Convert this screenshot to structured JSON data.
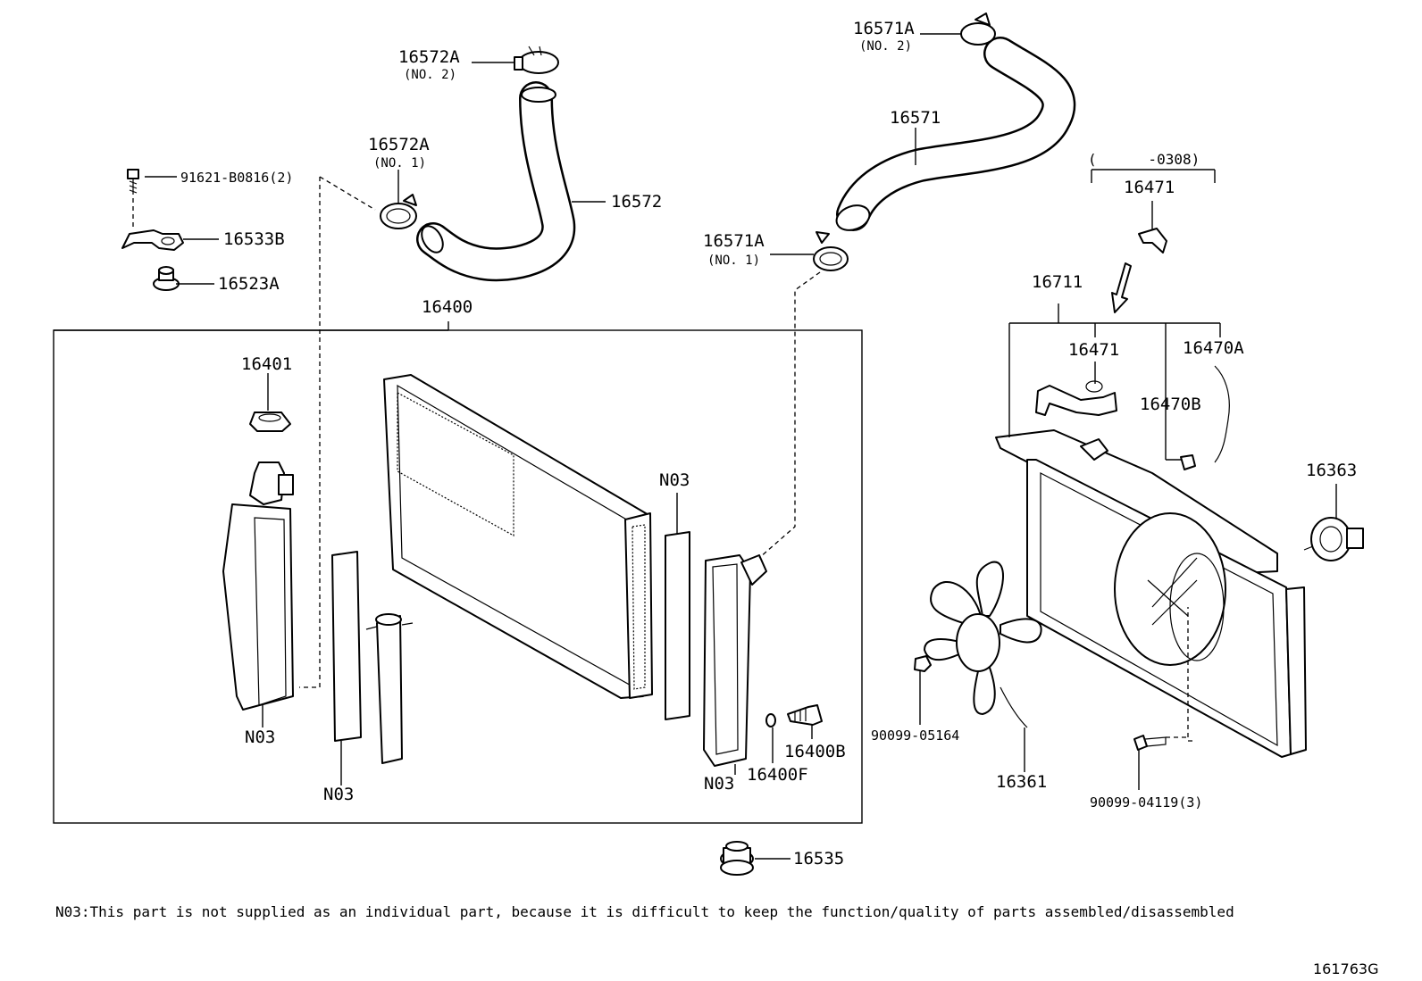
{
  "labels": {
    "p16572a_no2": "16572A",
    "p16572a_no2_sub": "(NO. 2)",
    "p16572a_no1": "16572A",
    "p16572a_no1_sub": "(NO. 1)",
    "p16572": "16572",
    "p91621": "91621-B0816(2)",
    "p16533b": "16533B",
    "p16523a": "16523A",
    "p16571a_no2": "16571A",
    "p16571a_no2_sub": "(NO. 2)",
    "p16571": "16571",
    "p16571a_no1": "16571A",
    "p16571a_no1_sub": "(NO. 1)",
    "p16400": "16400",
    "p16401": "16401",
    "n03_a": "N03",
    "n03_b": "N03",
    "n03_c": "N03",
    "n03_d": "N03",
    "p16400b": "16400B",
    "p16400f": "16400F",
    "p16535": "16535",
    "serial_range": "(      -0308)",
    "p16471_top": "16471",
    "p16711": "16711",
    "p16471": "16471",
    "p16470a": "16470A",
    "p16470b": "16470B",
    "p16363": "16363",
    "p90099_05164": "90099-05164",
    "p16361": "16361",
    "p90099_04119": "90099-04119(3)"
  },
  "footnote": "N03:This part is not supplied as an individual part, because it is difficult to keep the function/quality of parts assembled/disassembled",
  "diagram_code": "161763G"
}
